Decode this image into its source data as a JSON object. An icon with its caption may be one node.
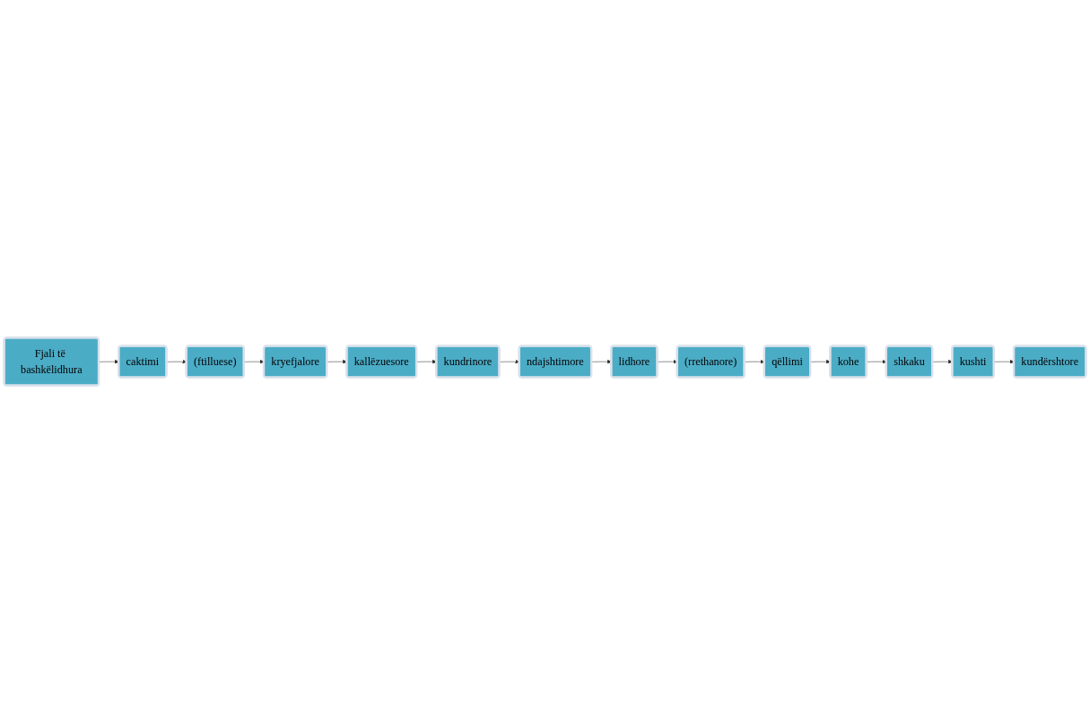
{
  "diagram": {
    "nodes": [
      {
        "text": [
          "Fjali të bashkëlidhura"
        ]
      },
      {
        "text": [
          "caktimi"
        ]
      },
      {
        "text": [
          "(ftilluese)"
        ]
      },
      {
        "text": [
          "kryefjalore"
        ]
      },
      {
        "text": [
          "kallëzuesore"
        ]
      },
      {
        "text": [
          "kundrinore"
        ]
      },
      {
        "text": [
          "ndajshtimore"
        ]
      },
      {
        "text": [
          "lidhore"
        ]
      },
      {
        "text": [
          "(rrethanore)"
        ]
      },
      {
        "text": [
          "qëllimi"
        ]
      },
      {
        "text": [
          "kohe"
        ]
      },
      {
        "text": [
          "shkaku"
        ]
      },
      {
        "text": [
          "kushti"
        ]
      },
      {
        "text": [
          "kundërshtore"
        ]
      }
    ],
    "edges": [
      {
        "from": 0,
        "to": 1,
        "arrow": "to"
      },
      {
        "from": 1,
        "to": 2,
        "arrow": "to"
      },
      {
        "from": 2,
        "to": 3,
        "arrow": "to"
      },
      {
        "from": 3,
        "to": 4,
        "arrow": "to"
      },
      {
        "from": 4,
        "to": 5,
        "arrow": "to"
      },
      {
        "from": 5,
        "to": 6,
        "arrow": "to"
      },
      {
        "from": 6,
        "to": 7,
        "arrow": "to"
      },
      {
        "from": 7,
        "to": 8,
        "arrow": "to"
      },
      {
        "from": 8,
        "to": 9,
        "arrow": "to"
      },
      {
        "from": 9,
        "to": 10,
        "arrow": "to"
      },
      {
        "from": 10,
        "to": 11,
        "arrow": "to"
      },
      {
        "from": 11,
        "to": 12,
        "arrow": "to"
      },
      {
        "from": 12,
        "to": 13,
        "arrow": "to"
      }
    ]
  }
}
